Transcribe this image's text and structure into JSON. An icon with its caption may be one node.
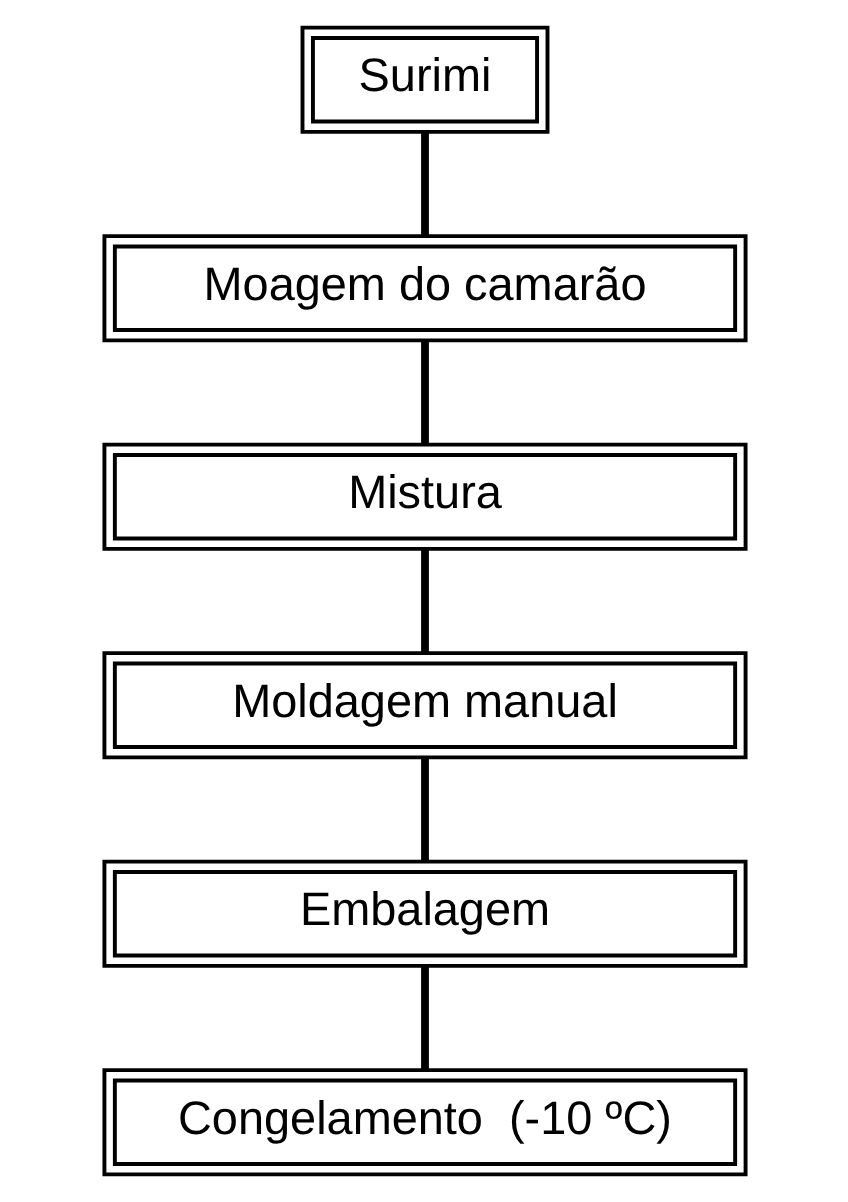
{
  "diagram": {
    "nodes": [
      {
        "text": [
          "Surimi"
        ]
      },
      {
        "text": [
          "Moagem do camarão"
        ]
      },
      {
        "text": [
          "Mistura"
        ]
      },
      {
        "text": [
          "Moldagem manual"
        ]
      },
      {
        "text": [
          "Embalagem"
        ]
      },
      {
        "text": [
          "Congelamento  (-10 ºC)"
        ]
      }
    ],
    "edges": [
      {
        "from": 0,
        "to": 1,
        "arrow": "none"
      },
      {
        "from": 1,
        "to": 2,
        "arrow": "none"
      },
      {
        "from": 2,
        "to": 3,
        "arrow": "none"
      },
      {
        "from": 3,
        "to": 4,
        "arrow": "none"
      },
      {
        "from": 4,
        "to": 5,
        "arrow": "none"
      }
    ]
  }
}
